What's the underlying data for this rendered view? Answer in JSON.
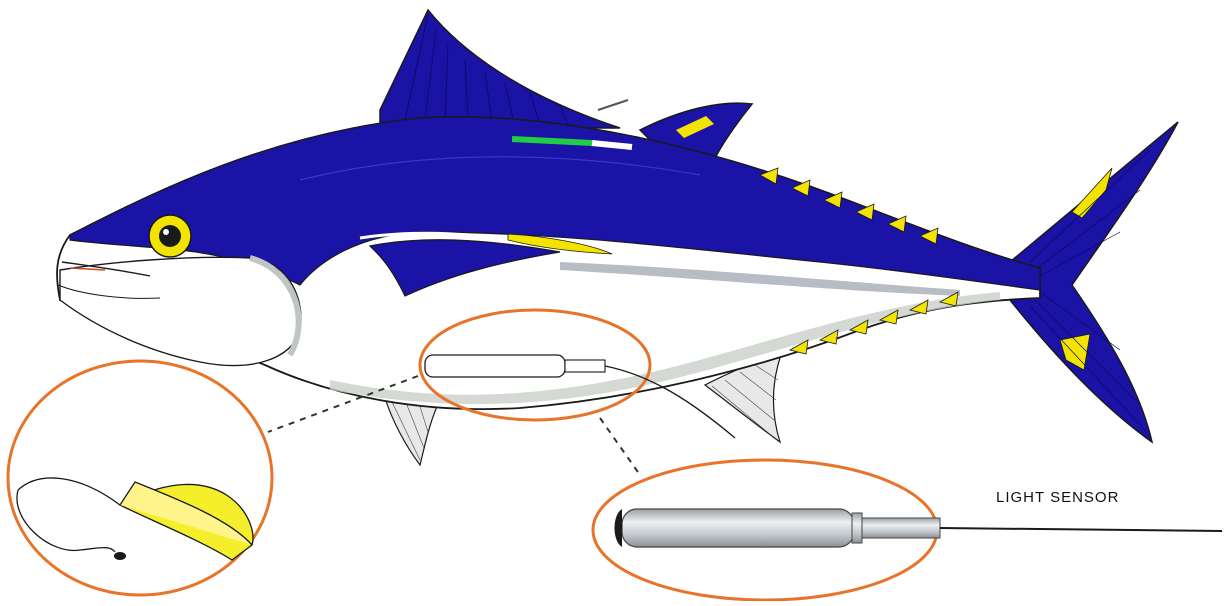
{
  "labels": {
    "light_sensor": "LIGHT SENSOR"
  },
  "colors": {
    "body_blue": "#1b12a6",
    "outline": "#1a1a1a",
    "belly": "#ffffff",
    "belly_shade": "#c9cfc9",
    "finlet_yellow": "#f2e400",
    "callout_ring": "#e8742a",
    "tag_yellow": "#f5ee2a",
    "external_tag_green": "#22cc44",
    "sensor_metal": "#c8ccd0"
  },
  "icons": [
    "tuna-illustration",
    "archival-tag",
    "light-stalk",
    "external-tag"
  ]
}
